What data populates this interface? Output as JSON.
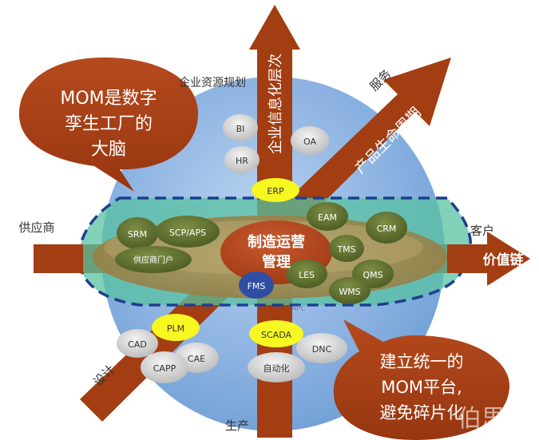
{
  "diagram": {
    "axis_labels": {
      "top": "企业资源规划",
      "left": "供应商",
      "right": "客户",
      "bottom": "生产",
      "upper_right": "服务",
      "lower_left": "设计"
    },
    "arrows": {
      "vertical": "企业信息化层次",
      "diagonal": "产品生命周期",
      "horizontal": "价值链"
    },
    "bubbles": {
      "top_left": [
        "MOM是数字",
        "孪生工厂的",
        "大脑"
      ],
      "bottom_right": [
        "建立统一的",
        "MOM平台,",
        "避免碎片化"
      ]
    },
    "center": [
      "制造运营",
      "管理"
    ],
    "systems": {
      "bi": "BI",
      "oa": "OA",
      "hr": "HR",
      "erp": "ERP",
      "srm": "SRM",
      "scp": "SCP/APS",
      "portal": "供应商门户",
      "eam": "EAM",
      "crm": "CRM",
      "tms": "TMS",
      "les": "LES",
      "qms": "QMS",
      "wms": "WMS",
      "fms": "FMS",
      "aps_faint": "APC",
      "plm": "PLM",
      "cad": "CAD",
      "cae": "CAE",
      "capp": "CAPP",
      "scada": "SCADA",
      "dnc": "DNC",
      "automation": "自动化"
    },
    "watermark": "伯思杰"
  }
}
